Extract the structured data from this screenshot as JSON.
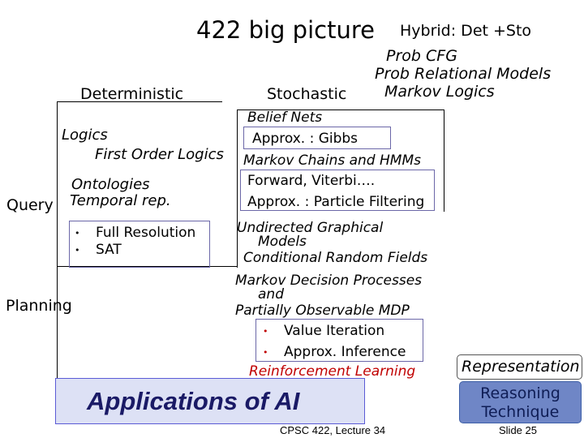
{
  "slide": {
    "title": "422 big picture",
    "hybrid": "Hybrid: Det +Sto",
    "hybrid_items": [
      "Prob CFG",
      "Prob Relational Models",
      "Markov Logics"
    ],
    "deterministic": "Deterministic",
    "stochastic": "Stochastic",
    "query": "Query",
    "planning": "Planning",
    "det_items": {
      "logics": "Logics",
      "fol": "First Order Logics",
      "ontologies": "Ontologies",
      "temporal": "Temporal rep.",
      "bullet_1": "Full Resolution",
      "bullet_2": "SAT"
    },
    "sto_items": {
      "belief_nets": "Belief Nets",
      "gibbs": "Approx. : Gibbs",
      "markov_chains": "Markov Chains and HMMs",
      "forward_viterbi": "Forward, Viterbi….",
      "particle": "Approx. : Particle Filtering",
      "undirected_1": "Undirected Graphical",
      "undirected_2": "Models",
      "crf": "Conditional Random Fields",
      "mdp_1": "Markov Decision Processes",
      "mdp_2": "and",
      "pomdp": "Partially Observable MDP",
      "value_iteration": "Value Iteration",
      "approx_inference": "Approx. Inference",
      "rl": "Reinforcement Learning"
    },
    "applications": "Applications of AI",
    "representation": "Representation",
    "reasoning_1": "Reasoning",
    "reasoning_2": "Technique",
    "footer": "CPSC 422, Lecture 34",
    "slide_number": "Slide 25",
    "bullet_glyph": "•",
    "colors": {
      "rl_red": "#c00000",
      "app_fill": "#dde1f5",
      "app_border": "#5b5bd6",
      "reasoning_fill": "#6f86c6",
      "box_border": "#6b67a8"
    }
  }
}
